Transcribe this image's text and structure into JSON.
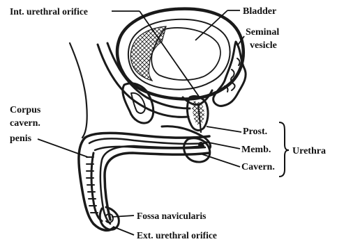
{
  "labels": {
    "int_urethral_orifice": "Int. urethral orifice",
    "bladder": "Bladder",
    "seminal_vesicle_1": "Seminal",
    "seminal_vesicle_2": "vesicle",
    "corpus_1": "Corpus",
    "corpus_2": "cavern.",
    "corpus_3": "penis",
    "prost": "Prost.",
    "memb": "Memb.",
    "cavern": "Cavern.",
    "urethra": "Urethra",
    "fossa": "Fossa navicularis",
    "ext_orifice": "Ext. urethral orifice"
  }
}
